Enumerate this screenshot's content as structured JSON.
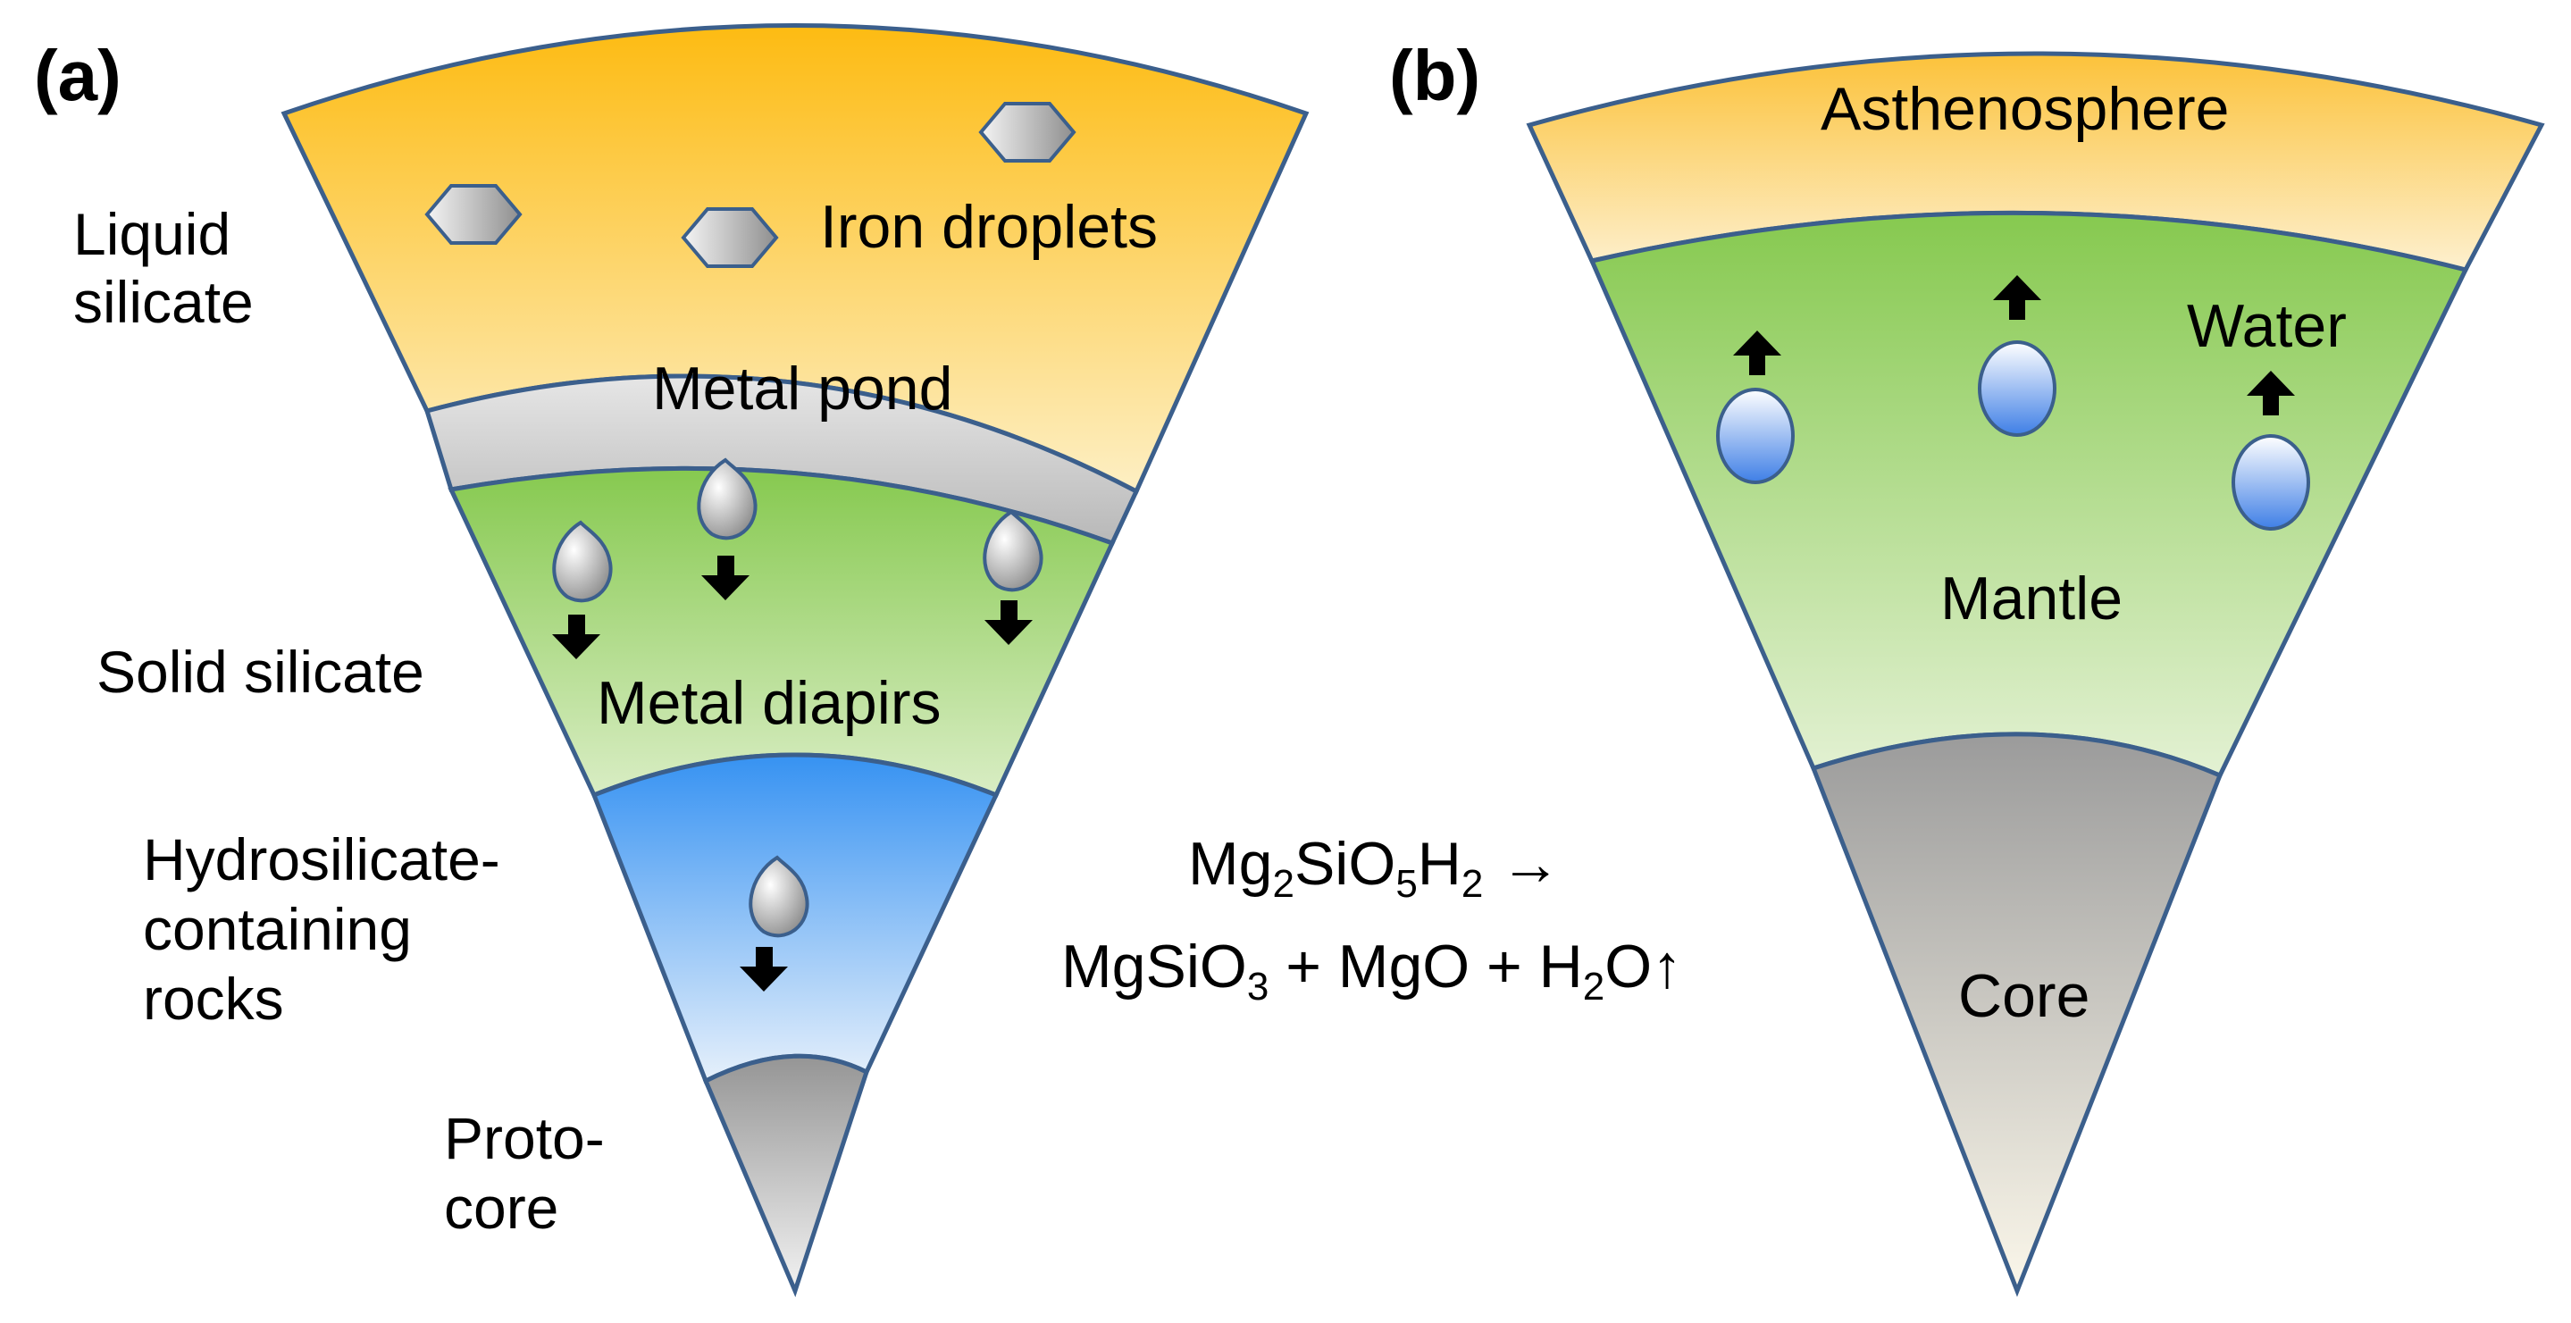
{
  "panels": {
    "a": {
      "label": "(a)",
      "side_labels": {
        "liquid_silicate": [
          "Liquid",
          "silicate"
        ],
        "solid_silicate": "Solid silicate",
        "hydrosilicate": [
          "Hydrosilicate-",
          "containing",
          "rocks"
        ],
        "protocore": [
          "Proto-",
          "core"
        ]
      },
      "inner_labels": {
        "iron_droplets": "Iron droplets",
        "metal_pond": "Metal pond",
        "metal_diapirs": "Metal diapirs"
      }
    },
    "b": {
      "label": "(b)",
      "inner_labels": {
        "asthenosphere": "Asthenosphere",
        "water": "Water",
        "mantle": "Mantle",
        "core": "Core"
      }
    }
  },
  "equation": {
    "line1": {
      "t1": "Mg",
      "s1": "2",
      "t2": "SiO",
      "s2": "5",
      "t3": "H",
      "s3": "2",
      "t4": " →"
    },
    "line2": {
      "t1": "MgSiO",
      "s1": "3",
      "t2": " + MgO + H",
      "s2": "2",
      "t3": "O↑"
    }
  },
  "colors": {
    "outline": "#3b5f8c",
    "liquid_silicate": "#fdbf1c",
    "metal_pond": "#c8c8c8",
    "solid_silicate": "#8ecf5a",
    "hydrosilicate": "#3d97f2",
    "protocore": "#9a9a9a",
    "asthenosphere": "#fcc84a",
    "mantle": "#8ecf5a",
    "core": "#9a9a9a"
  }
}
